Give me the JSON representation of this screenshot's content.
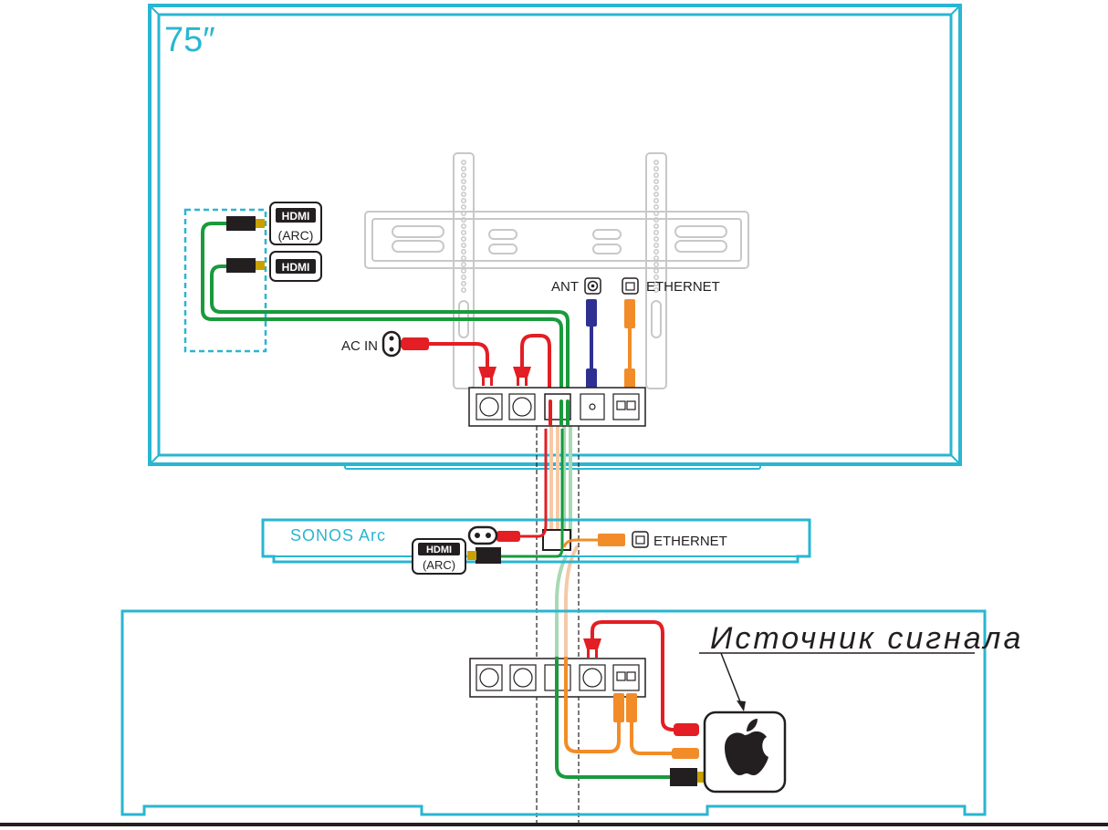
{
  "tv": {
    "size_label": "75″"
  },
  "tv_ports": {
    "hdmi1_logo": "HDMI",
    "hdmi1_sub": "(ARC)",
    "hdmi2_logo": "HDMI"
  },
  "labels": {
    "ac_in": "AC IN",
    "ant": "ANT",
    "ethernet_tv": "ETHERNET",
    "soundbar_name": "SONOS Arc",
    "soundbar_hdmi_logo": "HDMI",
    "soundbar_hdmi_sub": "(ARC)",
    "ethernet_soundbar": "ETHERNET",
    "source": "Источник сигнала"
  },
  "colors": {
    "frame": "#29b6d1",
    "hdmi": "#1a9a3c",
    "power": "#e31e24",
    "antenna": "#2e3192",
    "ethernet": "#f28c28",
    "mount": "#c8c8c8",
    "ink": "#231f20"
  },
  "icons": [
    "hdmi-logo-icon",
    "ac-inlet-icon",
    "coax-port-icon",
    "ethernet-port-icon",
    "apple-logo-icon"
  ]
}
